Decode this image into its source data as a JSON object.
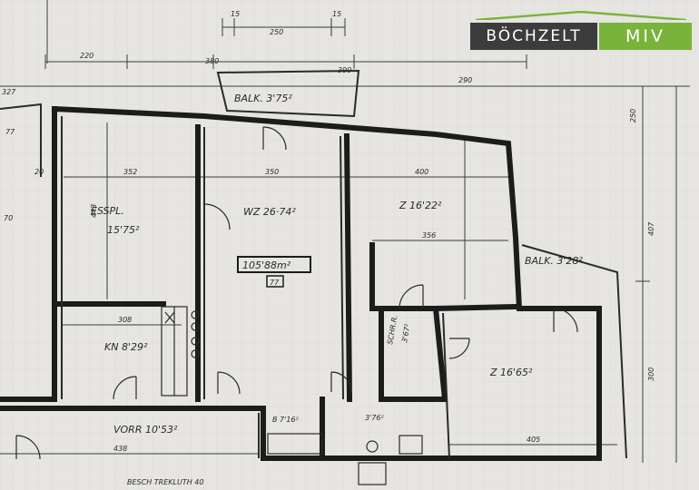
{
  "logo": {
    "name": "BÖCHZELT",
    "suffix": "MIV",
    "colors": {
      "dark": "#3c3c3c",
      "green": "#79b33a"
    }
  },
  "rooms": {
    "essplatz": "ESSPL.",
    "essplatz_area": "15'75²",
    "wohnzimmer": "WZ 26·74²",
    "zimmer1": "Z 16'22²",
    "zimmer2": "Z 16'65²",
    "kueche": "KN 8'29²",
    "vorraum": "VORR 10'53²",
    "balkon1": "BALK. 3'75²",
    "balkon2": "BALK. 3'28²",
    "schrank": "SCHR.R.",
    "schrank_area": "3'67²",
    "bad": "B 7'16²",
    "wc": "3'76²",
    "total_area": "105'88m²",
    "total_sub": "77",
    "bottom_note": "BESCH TREKLUTH 40"
  },
  "dimensions": {
    "top_15a": "15",
    "top_250": "250",
    "top_15b": "15",
    "top_220": "220",
    "top_380": "380",
    "top_390": "390",
    "top_290": "290",
    "d_352": "352",
    "d_350": "350",
    "d_400": "400",
    "d_356": "356",
    "d_308": "308",
    "d_438": "438",
    "d_405": "405",
    "v_443": "443",
    "v_407": "407",
    "v_300": "300",
    "v_250": "250",
    "left_327": "327",
    "left_77": "77",
    "left_70": "70",
    "left_20": "20"
  }
}
